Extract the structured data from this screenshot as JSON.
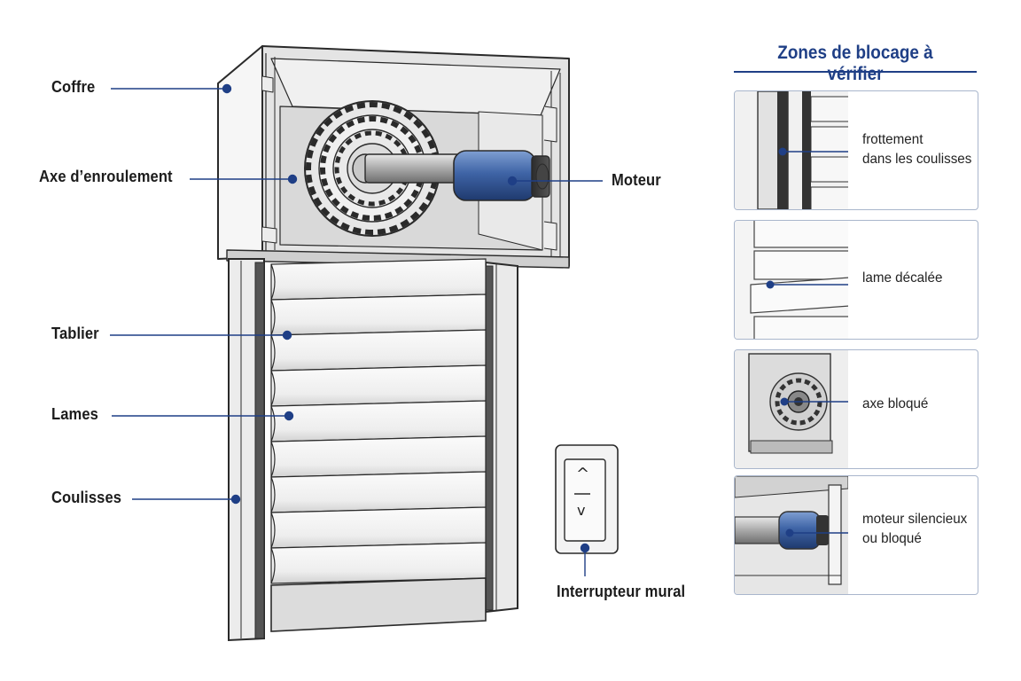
{
  "callouts": {
    "coffre": "Coffre",
    "axe": "Axe d’enroulement",
    "moteur": "Moteur",
    "tablier": "Tablier",
    "lames": "Lames",
    "coulisses": "Coulisses",
    "interrupteur": "Interrupteur mural"
  },
  "switch_symbols": {
    "up": "^",
    "down": "v"
  },
  "panel": {
    "title": "Zones de blocage à vérifier",
    "cards": [
      {
        "lines": [
          "frottement",
          "dans les coulisses"
        ],
        "icon": "rail-friction"
      },
      {
        "lines": [
          "lame décalée"
        ],
        "icon": "shifted-slat"
      },
      {
        "lines": [
          "axe bloqué"
        ],
        "icon": "blocked-axle"
      },
      {
        "lines": [
          "moteur silencieux",
          "ou bloqué"
        ],
        "icon": "silent-motor"
      }
    ]
  },
  "colors": {
    "accent": "#1f3f86",
    "motor_blue": "#3f64a6",
    "line": "#2a2a2a"
  }
}
